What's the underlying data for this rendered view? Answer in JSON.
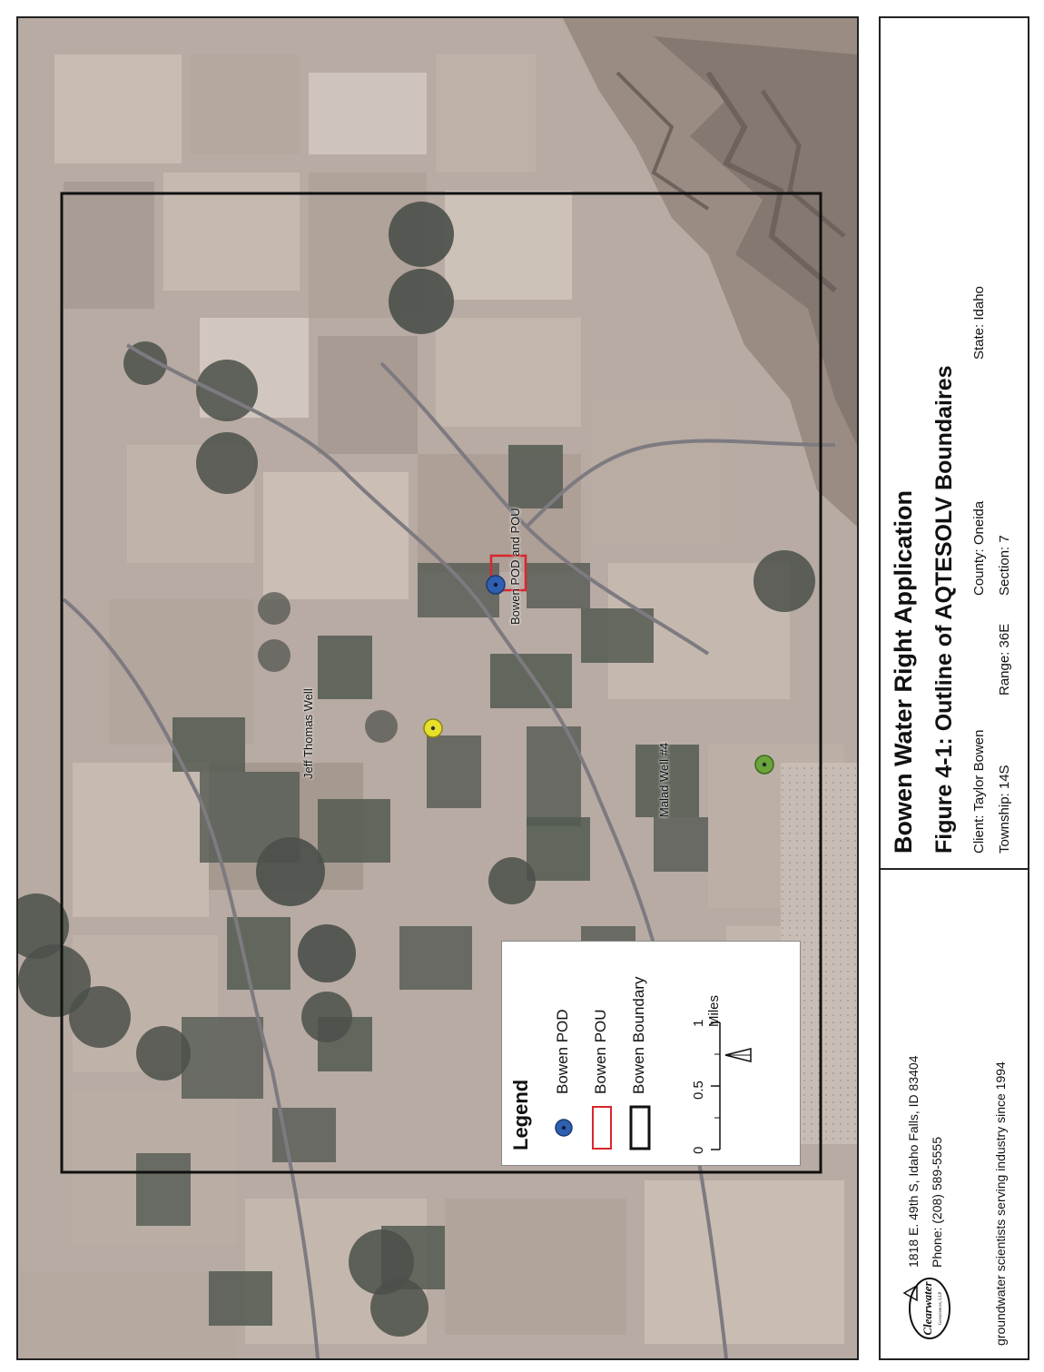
{
  "map": {
    "labels": {
      "pod": "Bowen POD and POU",
      "jeff": "Jeff Thomas Well",
      "malad": "Malad Well #4"
    },
    "colors": {
      "pod_marker": "#2f5fb0",
      "pou_outline": "#d8262c",
      "jeff_marker": "#e8e02a",
      "malad_marker": "#6aa43a",
      "boundary": "#111111"
    }
  },
  "legend": {
    "title": "Legend",
    "items": [
      "Bowen POD",
      "Bowen POU",
      "Bowen Boundary"
    ],
    "scale": {
      "ticks": [
        "0",
        "0.5",
        "1 Miles"
      ]
    }
  },
  "title_block": {
    "company": {
      "logo_text": "Clearwater",
      "logo_subtext": "Geosciences, LLP",
      "address": "1818 E. 49th S, Idaho Falls, ID 83404",
      "phone": "Phone: (208) 589-5555",
      "tagline": "groundwater scientists serving industry since 1994"
    },
    "project_title": "Bowen Water Right Application",
    "figure_title": "Figure 4-1: Outline of AQTESOLV Boundaires",
    "client": "Client: Taylor Bowen",
    "county": "County: Oneida",
    "state": "State: Idaho",
    "township": "Township: 14S",
    "range": "Range: 36E",
    "section": "Section: 7"
  }
}
